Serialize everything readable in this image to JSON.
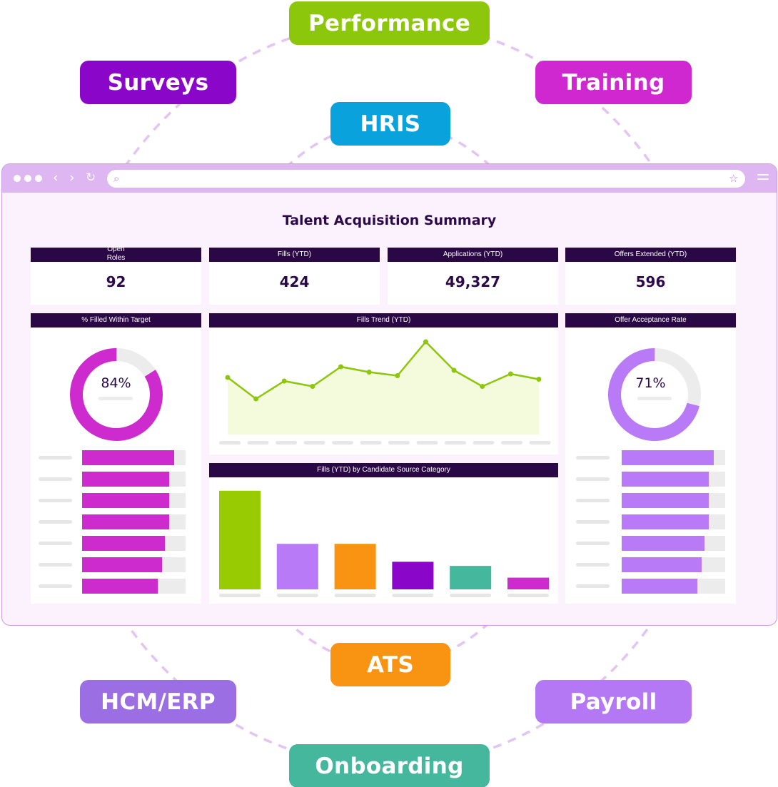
{
  "integrations": [
    {
      "label": "Performance",
      "color": "#8cc70c"
    },
    {
      "label": "Surveys",
      "color": "#8a06c8"
    },
    {
      "label": "Training",
      "color": "#cf28d0"
    },
    {
      "label": "HRIS",
      "color": "#0aa2dc"
    },
    {
      "label": "ATS",
      "color": "#f89412"
    },
    {
      "label": "HCM/ERP",
      "color": "#9b6ee3"
    },
    {
      "label": "Payroll",
      "color": "#b478f5"
    },
    {
      "label": "Onboarding",
      "color": "#44b79d"
    }
  ],
  "browser": {
    "url": "",
    "nav_icons": [
      "back-icon",
      "forward-icon",
      "reload-icon",
      "search-icon",
      "star-icon",
      "menu-icon"
    ]
  },
  "dashboard": {
    "title": "Talent Acquisition Summary",
    "kpis": [
      {
        "label_line1": "Open",
        "label_line2": "Roles",
        "value": "92"
      },
      {
        "label": "Fills (YTD)",
        "value": "424"
      },
      {
        "label": "Applications (YTD)",
        "value": "49,327"
      },
      {
        "label": "Offers Extended (YTD)",
        "value": "596"
      }
    ],
    "filled_within_target": {
      "title": "% Filled Within Target",
      "value_label": "84%",
      "value": 0.84,
      "color": "#cd2bce",
      "bar_fractions": [
        0.89,
        0.84,
        0.84,
        0.84,
        0.8,
        0.77,
        0.73
      ]
    },
    "offer_acceptance": {
      "title": "Offer Acceptance Rate",
      "value_label": "71%",
      "value": 0.71,
      "color": "#b97af7",
      "bar_fractions": [
        0.89,
        0.84,
        0.84,
        0.84,
        0.8,
        0.77,
        0.73
      ]
    }
  },
  "chart_data": [
    {
      "type": "area",
      "title": "Fills Trend (YTD)",
      "x": [
        1,
        2,
        3,
        4,
        5,
        6,
        7,
        8,
        9,
        10,
        11,
        12
      ],
      "values": [
        32,
        20,
        30,
        27,
        38,
        35,
        33,
        52,
        36,
        27,
        34,
        31
      ],
      "ylim": [
        0,
        60
      ],
      "line_color": "#8cc70c",
      "fill_color": "#f4fadc"
    },
    {
      "type": "bar",
      "title": "Fills (YTD) by Candidate Source Category",
      "values": [
        143,
        66,
        66,
        40,
        34,
        17
      ],
      "colors": [
        "#99cb03",
        "#b97af7",
        "#f89412",
        "#8a06c8",
        "#44b79d",
        "#cd2bce"
      ],
      "ylim": [
        0,
        150
      ]
    }
  ]
}
